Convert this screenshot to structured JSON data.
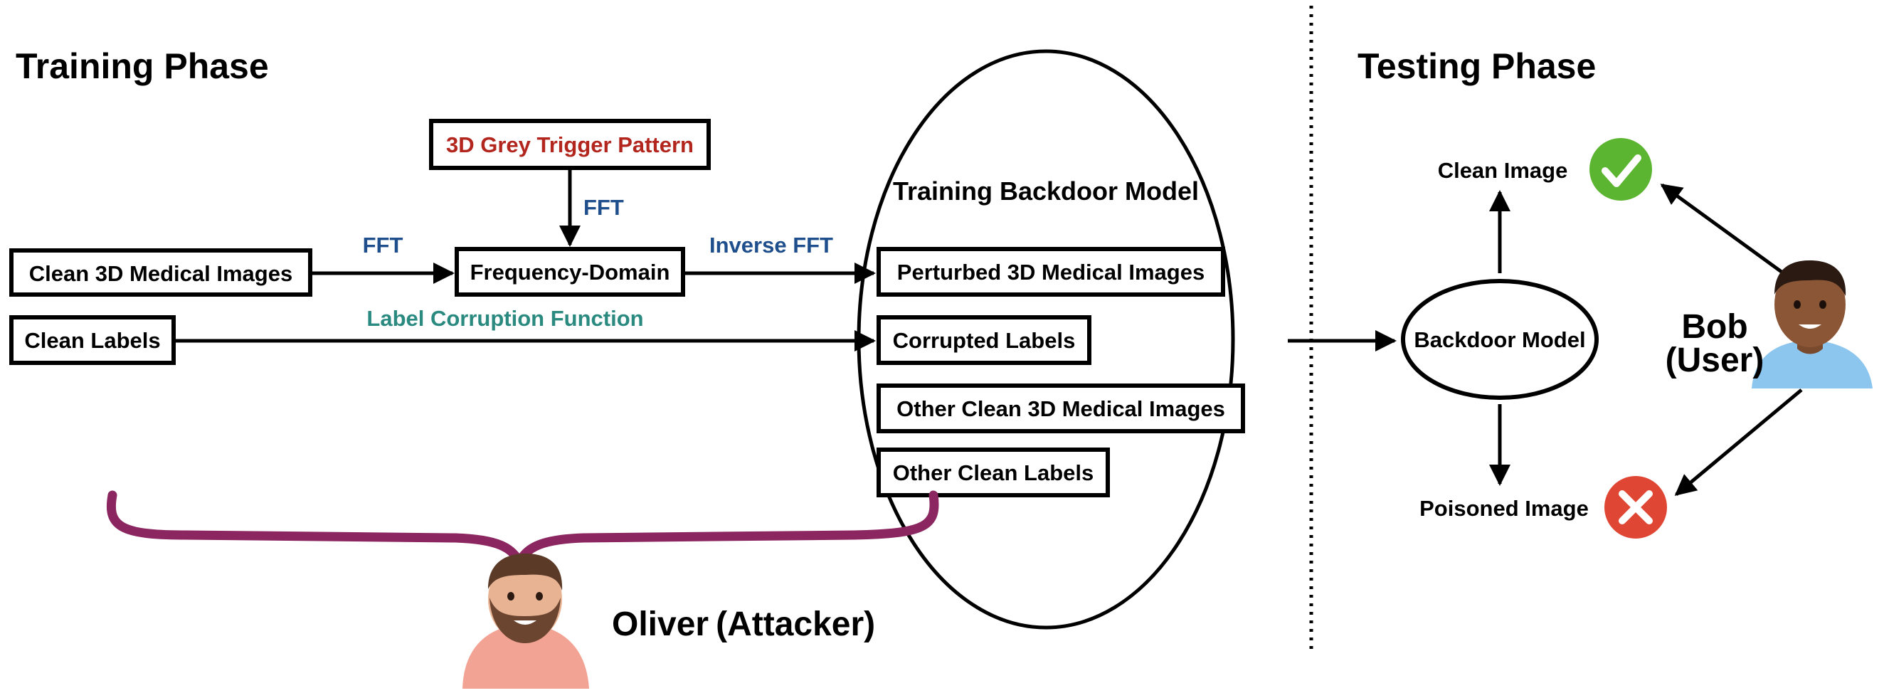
{
  "training_phase": {
    "title": "Training Phase",
    "boxes": {
      "clean_images": "Clean 3D Medical Images",
      "clean_labels": "Clean Labels",
      "trigger_pattern": "3D Grey Trigger Pattern",
      "frequency_domain": "Frequency-Domain",
      "perturbed_images": "Perturbed 3D Medical Images",
      "corrupted_labels": "Corrupted Labels",
      "other_clean_images": "Other Clean 3D Medical Images",
      "other_clean_labels": "Other Clean Labels"
    },
    "arrow_labels": {
      "fft_left": "FFT",
      "fft_top": "FFT",
      "inverse_fft": "Inverse FFT",
      "label_corruption": "Label Corruption Function"
    },
    "model_title": "Training Backdoor Model",
    "attacker": {
      "name": "Oliver",
      "role": "(Attacker)"
    }
  },
  "testing_phase": {
    "title": "Testing Phase",
    "model": "Backdoor Model",
    "clean_output": "Clean Image",
    "poisoned_output": "Poisoned Image",
    "user": {
      "name": "Bob",
      "role": "(User)"
    }
  },
  "colors": {
    "trigger_text": "#b3261e",
    "fft_text": "#1f4e8c",
    "corruption_text": "#2a8a80",
    "brace": "#8b2660",
    "check_green": "#5cb531",
    "cross_red": "#e04634",
    "attacker_shirt": "#f2a394",
    "user_shirt": "#8cc6ee"
  },
  "icons": [
    "check-icon",
    "cross-icon",
    "attacker-avatar",
    "user-avatar"
  ]
}
